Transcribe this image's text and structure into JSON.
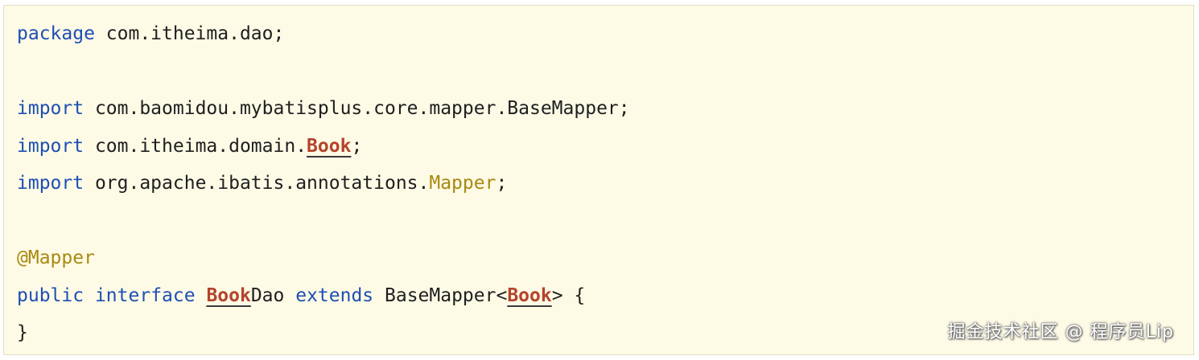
{
  "code": {
    "lines": [
      [
        {
          "text": "package",
          "type": "keyword"
        },
        {
          "text": " com.itheima.dao;",
          "type": "plain"
        }
      ],
      [],
      [
        {
          "text": "import",
          "type": "keyword"
        },
        {
          "text": " com.baomidou.mybatisplus.core.mapper.BaseMapper;",
          "type": "plain"
        }
      ],
      [
        {
          "text": "import",
          "type": "keyword"
        },
        {
          "text": " com.itheima.domain.",
          "type": "plain"
        },
        {
          "text": "Book",
          "type": "class-ref"
        },
        {
          "text": ";",
          "type": "plain"
        }
      ],
      [
        {
          "text": "import",
          "type": "keyword"
        },
        {
          "text": " org.apache.ibatis.annotations.",
          "type": "plain"
        },
        {
          "text": "Mapper",
          "type": "annotation"
        },
        {
          "text": ";",
          "type": "plain"
        }
      ],
      [],
      [
        {
          "text": "@Mapper",
          "type": "annotation"
        }
      ],
      [
        {
          "text": "public",
          "type": "keyword"
        },
        {
          "text": " ",
          "type": "plain"
        },
        {
          "text": "interface",
          "type": "keyword"
        },
        {
          "text": " ",
          "type": "plain"
        },
        {
          "text": "Book",
          "type": "class-ref"
        },
        {
          "text": "Dao ",
          "type": "plain"
        },
        {
          "text": "extends",
          "type": "keyword"
        },
        {
          "text": " BaseMapper<",
          "type": "plain"
        },
        {
          "text": "Book",
          "type": "class-ref"
        },
        {
          "text": "> {",
          "type": "plain"
        }
      ],
      [
        {
          "text": "}",
          "type": "plain"
        }
      ]
    ]
  },
  "watermark": {
    "text": "掘金技术社区 @ 程序员Lip"
  },
  "colors": {
    "background": "#fdfae6",
    "keyword": "#1e4fb4",
    "annotation": "#a88a10",
    "class_ref": "#b5432b",
    "plain": "#1f1f1f"
  }
}
